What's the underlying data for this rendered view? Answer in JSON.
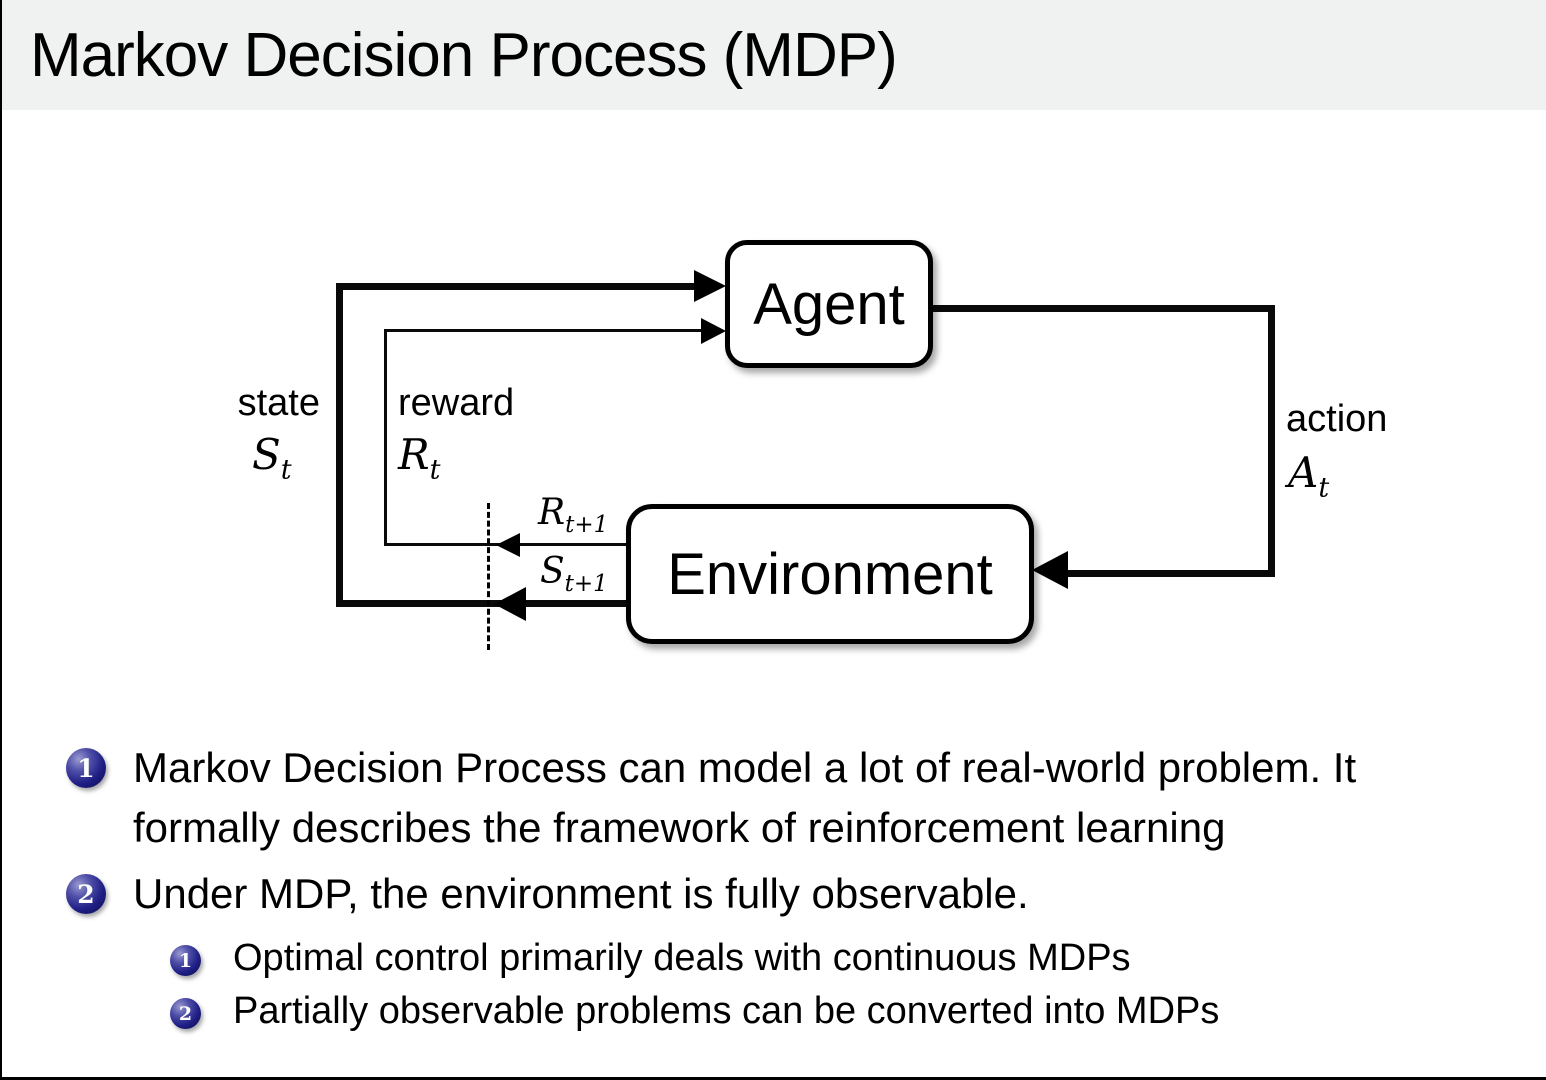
{
  "header": {
    "title": "Markov Decision Process (MDP)"
  },
  "diagram": {
    "agent_label": "Agent",
    "environment_label": "Environment",
    "state_label": "state",
    "reward_label": "reward",
    "action_label": "action",
    "state_symbol": {
      "base": "S",
      "sub": "t"
    },
    "reward_symbol": {
      "base": "R",
      "sub": "t"
    },
    "action_symbol": {
      "base": "A",
      "sub": "t"
    },
    "next_reward_symbol": {
      "base": "R",
      "sub": "t+1"
    },
    "next_state_symbol": {
      "base": "S",
      "sub": "t+1"
    }
  },
  "bullets": [
    {
      "number": "1",
      "lines": [
        "Markov Decision Process can model a lot of real-world problem. It",
        "formally describes the framework of reinforcement learning"
      ]
    },
    {
      "number": "2",
      "lines": [
        "Under MDP, the environment is fully observable."
      ],
      "sub_bullets": [
        {
          "number": "1",
          "lines": [
            "Optimal control primarily deals with continuous MDPs"
          ]
        },
        {
          "number": "2",
          "lines": [
            "Partially observable problems can be converted into MDPs"
          ]
        }
      ]
    }
  ],
  "colors": {
    "header_bg": "#f0f1f1",
    "text": "#000000",
    "line_black": "#0a0a0a",
    "badge_blue": "#1e1e85",
    "badge_blue_light": "#9a9ad2",
    "badge_blue_dark": "#0c0c48"
  }
}
